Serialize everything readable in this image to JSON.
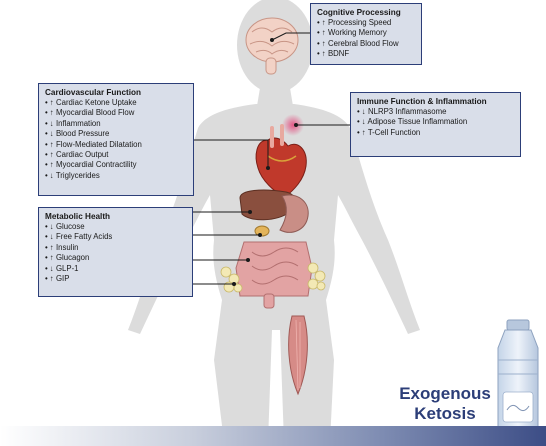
{
  "cognitive": {
    "title": "Cognitive Processing",
    "items": [
      "↑ Processing Speed",
      "↑ Working Memory",
      "↑ Cerebral Blood Flow",
      "↑ BDNF"
    ]
  },
  "cardio": {
    "title": "Cardiovascular Function",
    "items": [
      "↑ Cardiac Ketone Uptake",
      "↑ Myocardial Blood Flow",
      "↓ Inflammation",
      "↓ Blood Pressure",
      "↑ Flow-Mediated Dilatation",
      "↑ Cardiac Output",
      "↑ Myocardial Contractility",
      "↓ Triglycerides"
    ]
  },
  "immune": {
    "title": "Immune Function & Inflammation",
    "items": [
      "↓ NLRP3 Inflammasome",
      "↓ Adipose Tissue Inflammation",
      "↑ T-Cell Function"
    ]
  },
  "metabolic": {
    "title": "Metabolic Health",
    "items": [
      "↓ Glucose",
      "↓ Free Fatty Acids",
      "↑ Insulin",
      "↑ Glucagon",
      "↓ GLP-1",
      "↑ GIP"
    ]
  },
  "brand": {
    "line1": "Exogenous",
    "line2": "Ketosis"
  },
  "colors": {
    "box_fill": "#d9dee9",
    "box_border": "#2c3e78",
    "accent": "#2c3e78",
    "silhouette": "#dcdcdc"
  }
}
